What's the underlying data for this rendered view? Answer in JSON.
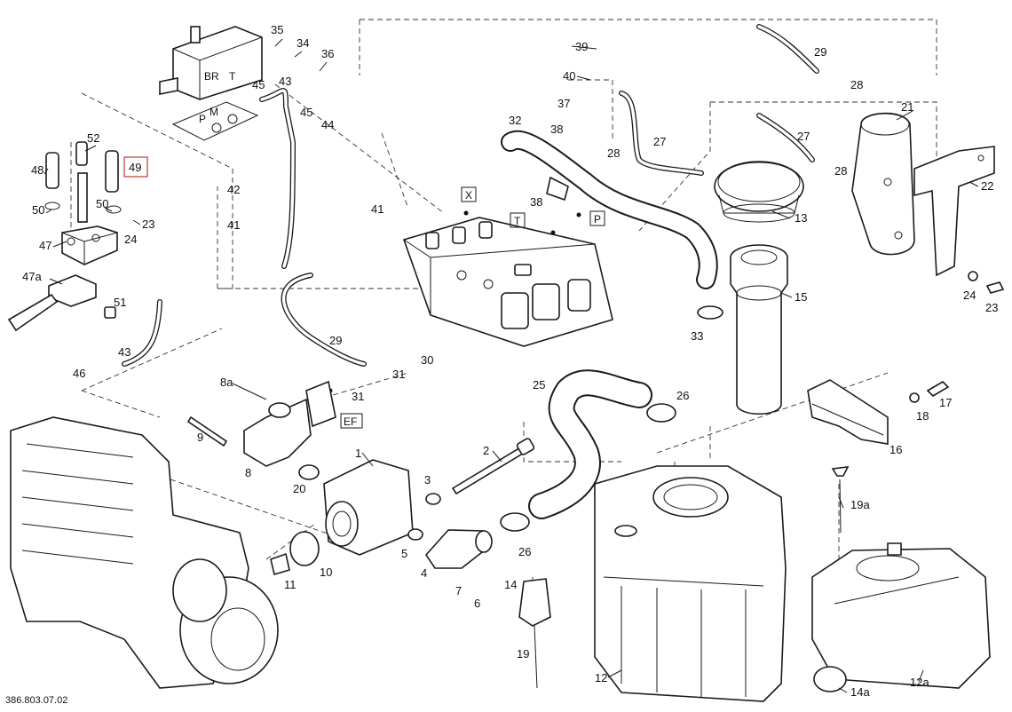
{
  "drawing_number": "386.803.07.02",
  "highlighted_part": "49",
  "port_labels": {
    "x": "X",
    "t": "T",
    "p": "P",
    "ef": "EF"
  },
  "block_letters": {
    "br": "BR",
    "t": "T",
    "m": "M",
    "p": "P"
  },
  "callouts": {
    "c1": "1",
    "c2": "2",
    "c3": "3",
    "c4": "4",
    "c5": "5",
    "c6": "6",
    "c7": "7",
    "c8": "8",
    "c8a": "8a",
    "c9": "9",
    "c10": "10",
    "c11": "11",
    "c12": "12",
    "c12a": "12a",
    "c13": "13",
    "c14": "14",
    "c14a": "14a",
    "c15": "15",
    "c16": "16",
    "c17": "17",
    "c18": "18",
    "c19": "19",
    "c19a": "19a",
    "c20": "20",
    "c21": "21",
    "c22": "22",
    "c23a": "23",
    "c23b": "23",
    "c24a": "24",
    "c24b": "24",
    "c25": "25",
    "c26a": "26",
    "c26b": "26",
    "c27a": "27",
    "c27b": "27",
    "c28a": "28",
    "c28b": "28",
    "c28c": "28",
    "c29a": "29",
    "c29b": "29",
    "c30": "30",
    "c31a": "31",
    "c31b": "31",
    "c32": "32",
    "c33": "33",
    "c34": "34",
    "c35": "35",
    "c36": "36",
    "c37": "37",
    "c38a": "38",
    "c38b": "38",
    "c39": "39",
    "c40": "40",
    "c41a": "41",
    "c41b": "41",
    "c42": "42",
    "c43a": "43",
    "c43b": "43",
    "c44": "44",
    "c45a": "45",
    "c45b": "45",
    "c46": "46",
    "c47": "47",
    "c47a": "47a",
    "c48": "48",
    "c49": "49",
    "c50a": "50",
    "c50b": "50",
    "c51": "51",
    "c52": "52"
  }
}
